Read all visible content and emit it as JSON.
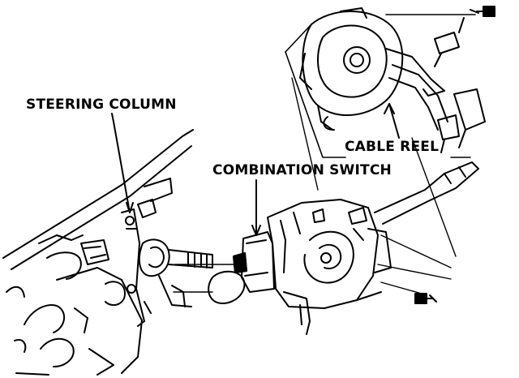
{
  "labels": {
    "steering_column": "STEERING COLUMN",
    "cable_reel": "CABLE REEL",
    "combination_switch": "COMBINATION SWITCH"
  },
  "colors": {
    "ink": "#000000",
    "paper": "#ffffff"
  },
  "icons": [
    "bolt-icon",
    "connector-icon"
  ]
}
